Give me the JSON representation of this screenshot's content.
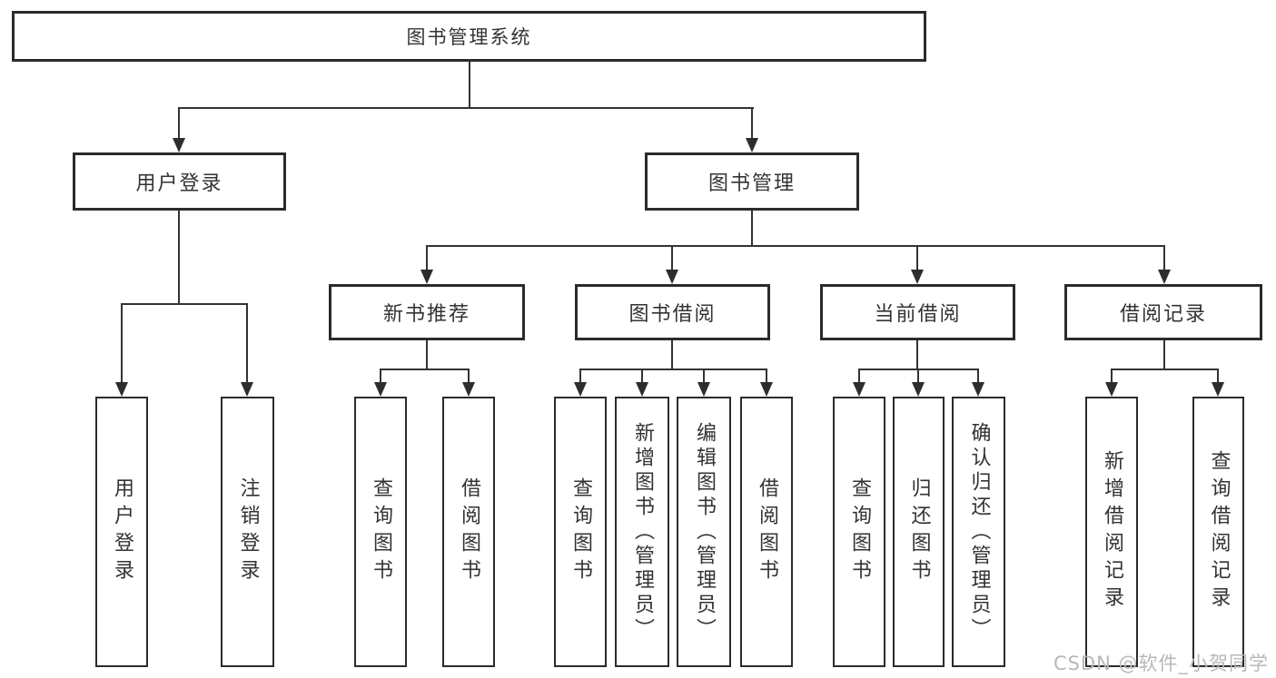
{
  "diagram": {
    "root": {
      "label": "图书管理系统"
    },
    "login": {
      "label": "用户登录",
      "children": [
        {
          "label": "用户登录"
        },
        {
          "label": "注销登录"
        }
      ]
    },
    "mgmt": {
      "label": "图书管理",
      "children": [
        {
          "label": "新书推荐",
          "children": [
            {
              "label": "查询图书"
            },
            {
              "label": "借阅图书"
            }
          ]
        },
        {
          "label": "图书借阅",
          "children": [
            {
              "label": "查询图书"
            },
            {
              "label": "新增图书（管理员）"
            },
            {
              "label": "编辑图书（管理员）"
            },
            {
              "label": "借阅图书"
            }
          ]
        },
        {
          "label": "当前借阅",
          "children": [
            {
              "label": "查询图书"
            },
            {
              "label": "归还图书"
            },
            {
              "label": "确认归还（管理员）"
            }
          ]
        },
        {
          "label": "借阅记录",
          "children": [
            {
              "label": "新增借阅记录"
            },
            {
              "label": "查询借阅记录"
            }
          ]
        }
      ]
    }
  },
  "watermark": {
    "text": "CSDN @软件_小贺同学"
  },
  "colors": {
    "line": "#333333",
    "border": "#2b2b2b",
    "text": "#333333",
    "watermark": "#b8b8b8",
    "background": "#ffffff"
  }
}
